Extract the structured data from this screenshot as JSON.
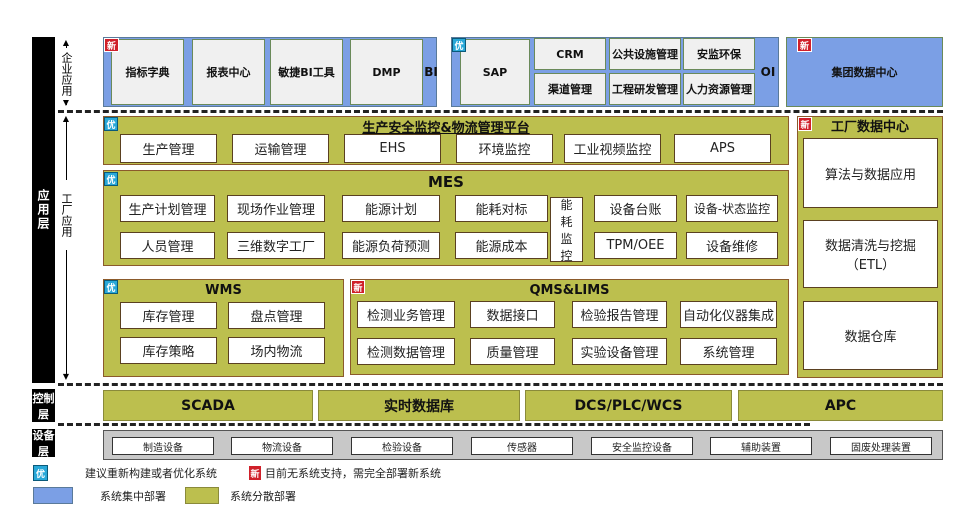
{
  "layers": {
    "app": "应用层",
    "control": "控制层",
    "device": "设备层"
  },
  "side": {
    "enterprise": "企业应用",
    "factory": "工厂应用"
  },
  "badges": {
    "new": "新",
    "opt": "优"
  },
  "bi": {
    "label": "BI",
    "items": [
      "指标字典",
      "报表中心",
      "敏捷BI工具",
      "DMP"
    ]
  },
  "oi": {
    "label": "OI",
    "sap": "SAP",
    "items": [
      "CRM",
      "渠道管理",
      "公共设施管理",
      "工程研发管理",
      "安监环保",
      "人力资源管理"
    ]
  },
  "group_dc": "集团数据中心",
  "safety": {
    "title": "生产安全监控&物流管理平台",
    "items": [
      "生产管理",
      "运输管理",
      "EHS",
      "环境监控",
      "工业视频监控",
      "APS"
    ]
  },
  "mes": {
    "title": "MES",
    "items": [
      "生产计划管理",
      "人员管理",
      "现场作业管理",
      "三维数字工厂",
      "能源计划",
      "能源负荷预测",
      "能耗对标",
      "能源成本",
      "能耗监控",
      "设备台账",
      "TPM/OEE",
      "设备-状态监控",
      "设备维修"
    ]
  },
  "factory_dc": {
    "title": "工厂数据中心",
    "items": [
      "算法与数据应用",
      "数据清洗与挖掘\n（ETL）",
      "数据仓库"
    ]
  },
  "wms": {
    "title": "WMS",
    "items": [
      "库存管理",
      "盘点管理",
      "库存策略",
      "场内物流"
    ]
  },
  "qms": {
    "title": "QMS&LIMS",
    "items": [
      "检测业务管理",
      "数据接口",
      "检验报告管理",
      "自动化仪器集成",
      "检测数据管理",
      "质量管理",
      "实验设备管理",
      "系统管理"
    ]
  },
  "control": [
    "SCADA",
    "实时数据库",
    "DCS/PLC/WCS",
    "APC"
  ],
  "devices": [
    "制造设备",
    "物流设备",
    "检验设备",
    "传感器",
    "安全监控设备",
    "辅助装置",
    "固废处理装置"
  ],
  "legend": {
    "opt": "建议重新构建或者优化系统",
    "new": "目前无系统支持，需完全部署新系统",
    "central": "系统集中部署",
    "distributed": "系统分散部署"
  },
  "colors": {
    "central": "#7b9fe5",
    "distributed": "#bcbf4e",
    "new_badge": "#d0202a",
    "opt_badge": "#29a8d8"
  }
}
